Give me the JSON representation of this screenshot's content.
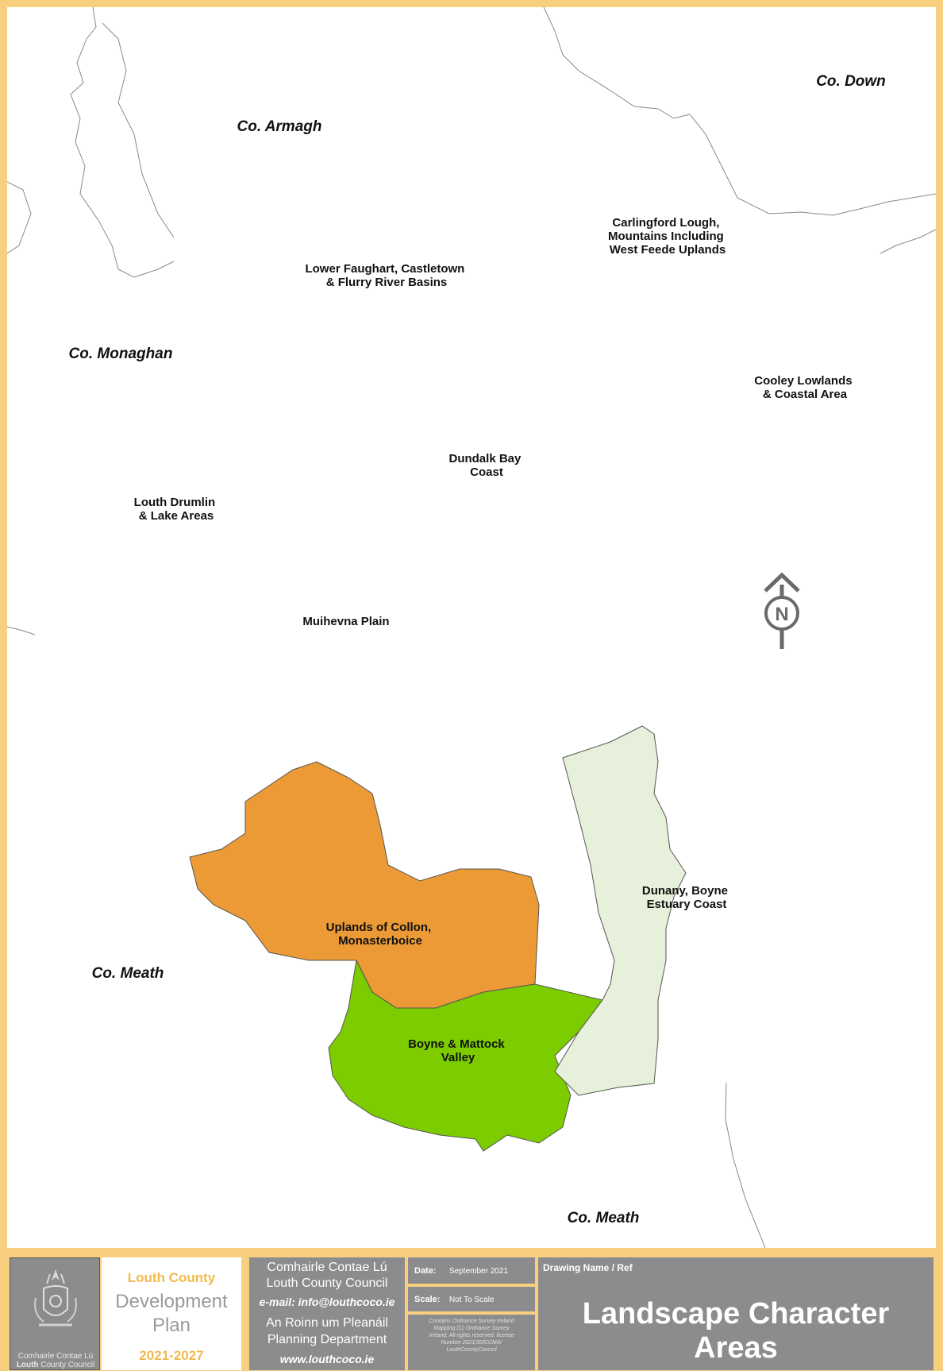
{
  "map": {
    "regions": [
      {
        "label_lines": [
          "Lower Faughart, Castletown",
          "& Flurry River Basins"
        ],
        "color": "#f2efbb"
      },
      {
        "label_lines": [
          "Carlingford Lough,",
          "Mountains Including",
          "West Feede Uplands"
        ],
        "color": "#f0d0f0"
      },
      {
        "label_lines": [
          "Cooley Lowlands",
          "& Coastal Area"
        ],
        "color": "#fb9fd3"
      },
      {
        "label_lines": [
          "Louth Drumlin",
          "& Lake Areas"
        ],
        "color": "#e0535c"
      },
      {
        "label_lines": [
          "Muihevna Plain"
        ],
        "color": "#adc3ea"
      },
      {
        "label_lines": [
          "Dundalk Bay",
          "Coast"
        ],
        "color": "#fcdcd0"
      },
      {
        "label_lines": [
          "Dunany, Boyne",
          "Estuary Coast"
        ],
        "color": "#e6f0da"
      },
      {
        "label_lines": [
          "Uplands of Collon,",
          "Monasterboice"
        ],
        "color": "#ec9a36"
      },
      {
        "label_lines": [
          "Boyne & Mattock",
          "Valley"
        ],
        "color": "#7ccc00"
      }
    ],
    "counties": {
      "armagh": "Co. Armagh",
      "down": "Co. Down",
      "monaghan": "Co. Monaghan",
      "meath_west": "Co. Meath",
      "meath_south": "Co. Meath"
    },
    "north_arrow": "N"
  },
  "titleblock": {
    "logo": {
      "line1": "Comhairle Contae Lú",
      "line2_bold": "Louth",
      "line2_rest": " County Council"
    },
    "plan": {
      "line1": "Louth County",
      "line2": "Development",
      "line3": "Plan",
      "line4": "2021-2027"
    },
    "council": {
      "line1": "Comhairle Contae Lú",
      "line2": "Louth County Council",
      "email": "e-mail: info@louthcoco.ie",
      "dept1": "An Roinn um Pleanáil",
      "dept2": "Planning Department",
      "web": "www.louthcoco.ie"
    },
    "date_label": "Date:",
    "date_value": "September 2021",
    "scale_label": "Scale:",
    "scale_value": "Not To Scale",
    "copyright_lines": [
      "Contains Ordnance Survey Ireland",
      "Mapping (C) Ordnance Survey",
      "Ireland. All rights reserved. license",
      "Number 2021/30/CCMA/",
      "LouthCountyCouncil"
    ],
    "drawing_name_label": "Drawing Name / Ref",
    "title": "Landscape Character Areas"
  },
  "colors": {
    "frame": "#f7cf7e",
    "panel_grey": "#8c8c8e",
    "plan_gold": "#f2b94e"
  }
}
